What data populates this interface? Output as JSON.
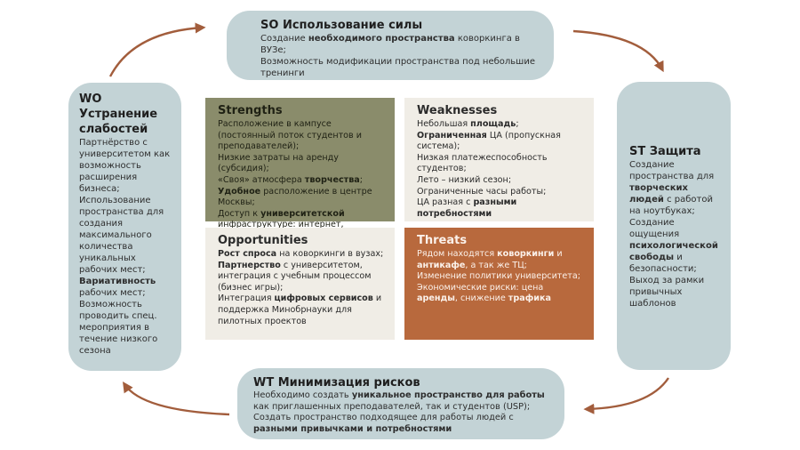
{
  "colors": {
    "blue_box": "#c3d3d6",
    "strengths": "#8a8c6b",
    "light_quad": "#f0ede6",
    "threats": "#b8693d",
    "arrow": "#a25d3c"
  },
  "so": {
    "title": "SO Использование силы",
    "lines": [
      [
        "Создание ",
        {
          "b": "необходимого пространства"
        },
        " коворкинга в ВУЗе;"
      ],
      [
        "Возможность модификации пространства под небольшие тренинги"
      ]
    ]
  },
  "wo": {
    "title": "WO Устранение слабостей",
    "lines": [
      [
        "Партнёрство с университетом как возможность расширения бизнеса;"
      ],
      [
        "Использование пространства для создания максимального количества уникальных рабочих мест;"
      ],
      [
        {
          "b": "Вариативность"
        },
        " рабочих мест;"
      ],
      [
        "Возможность проводить спец. мероприятия в течение низкого сезона"
      ]
    ]
  },
  "st": {
    "title": "ST Защита",
    "lines": [
      [
        "Создание пространства для ",
        {
          "b": "творческих людей"
        },
        " с работой на ноутбуках;"
      ],
      [
        "Создание ощущения ",
        {
          "b": "психологической свободы"
        },
        " и безопасности; Выход за рамки привычных шаблонов"
      ]
    ]
  },
  "wt": {
    "title": "WT Минимизация рисков",
    "lines": [
      [
        "Необходимо создать ",
        {
          "b": "уникальное пространство для работы"
        },
        " как приглашенных преподавателей, так и студентов (USP); Создать пространство подходящее для работы людей с ",
        {
          "b": "разными привычками и потребностями"
        }
      ]
    ]
  },
  "strengths": {
    "title": "Strengths",
    "lines": [
      [
        "Расположение в кампусе (постоянный поток студентов и преподавателей);"
      ],
      [
        "Низкие затраты на аренду (субсидия);"
      ],
      [
        "«Своя» атмосфера ",
        {
          "b": "творчества"
        },
        ";"
      ],
      [
        {
          "b": "Удобное"
        },
        " расположение в центре Москвы;"
      ],
      [
        "Доступ к ",
        {
          "b": "университетской"
        },
        " инфраструктуре: интернет, аудитории"
      ]
    ]
  },
  "weaknesses": {
    "title": "Weaknesses",
    "lines": [
      [
        "Небольшая ",
        {
          "b": "площадь"
        },
        ";"
      ],
      [
        {
          "b": "Ограниченная"
        },
        " ЦА (пропускная система);"
      ],
      [
        "Низкая платежеспособность студентов;"
      ],
      [
        "Лето – низкий сезон;"
      ],
      [
        "Ограниченные часы работы;"
      ],
      [
        "ЦА разная с ",
        {
          "b": "разными потребностями"
        }
      ]
    ]
  },
  "opportunities": {
    "title": "Opportunities",
    "lines": [
      [
        {
          "b": "Рост спроса"
        },
        " на коворкинги в вузах;"
      ],
      [
        {
          "b": "Партнерство"
        },
        " с университетом, интеграция с учебным процессом (бизнес игры);"
      ],
      [
        "Интеграция ",
        {
          "b": "цифровых сервисов"
        },
        " и поддержка Минобрнауки для пилотных проектов"
      ]
    ]
  },
  "threats": {
    "title": "Threats",
    "lines": [
      [
        "Рядом находятся ",
        {
          "b": "коворкинги"
        },
        " и ",
        {
          "b": "антикафе"
        },
        ", а так же ТЦ;"
      ],
      [
        "Изменение политики университета;"
      ],
      [
        "Экономические риски: цена ",
        {
          "b": "аренды"
        },
        ", снижение ",
        {
          "b": "трафика"
        }
      ]
    ]
  }
}
